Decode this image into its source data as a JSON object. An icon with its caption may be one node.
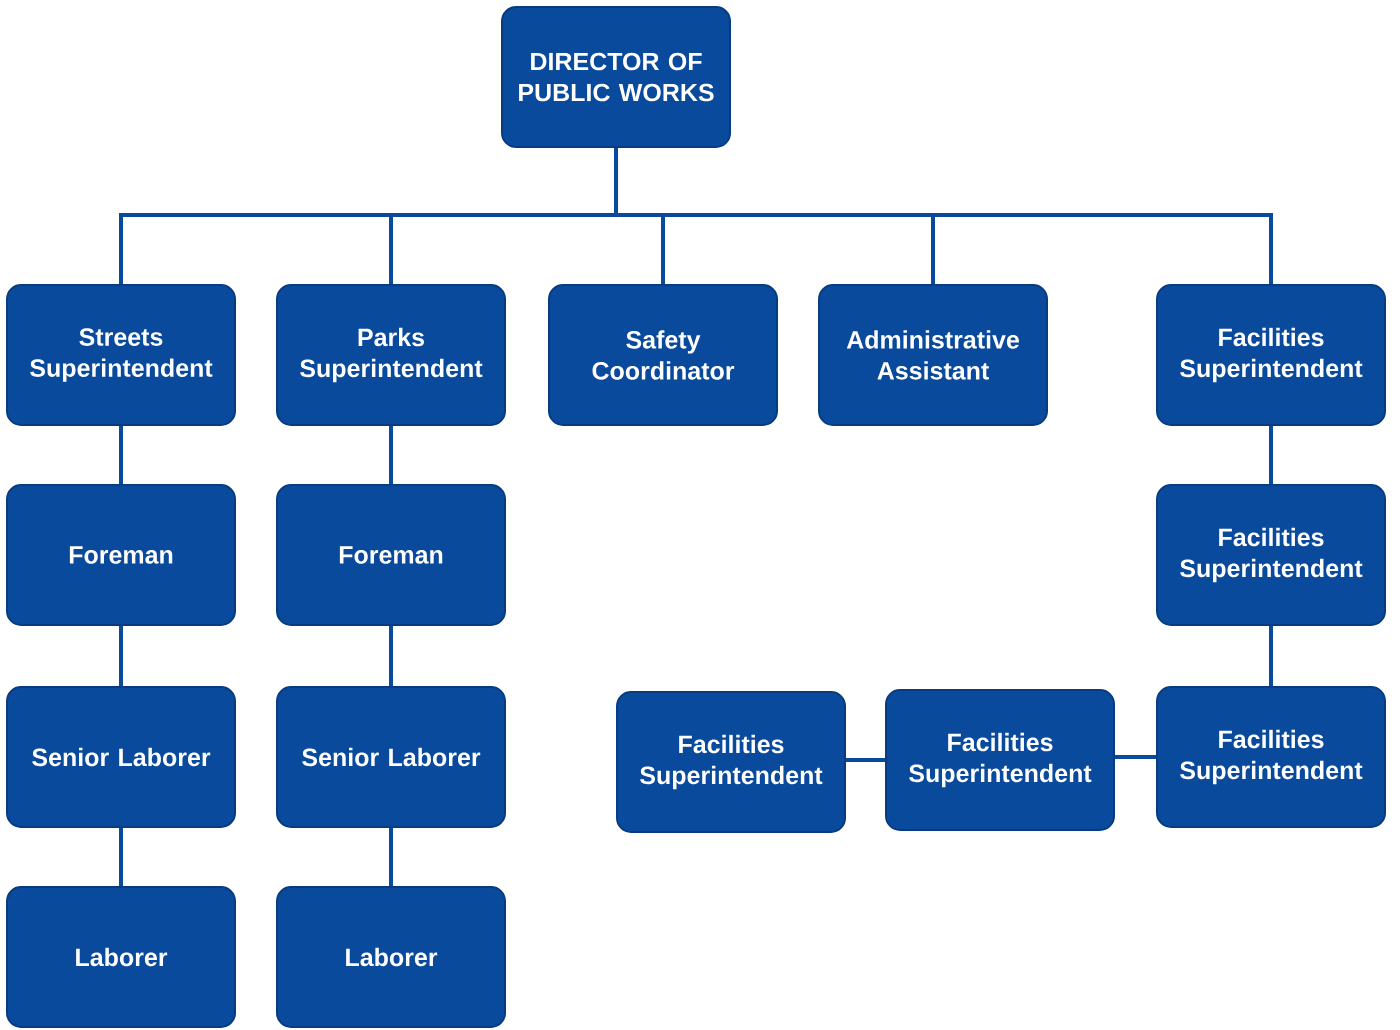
{
  "diagram": {
    "nodes": [
      {
        "text": [
          "DIRECTOR OF PUBLIC WORKS"
        ]
      },
      {
        "text": [
          "Streets Superintendent"
        ]
      },
      {
        "text": [
          "Parks Superintendent"
        ]
      },
      {
        "text": [
          "Safety Coordinator"
        ]
      },
      {
        "text": [
          "Administrative Assistant"
        ]
      },
      {
        "text": [
          "Facilities Superintendent"
        ]
      },
      {
        "text": [
          "Foreman"
        ]
      },
      {
        "text": [
          "Foreman"
        ]
      },
      {
        "text": [
          "Facilities Superintendent"
        ]
      },
      {
        "text": [
          "Senior Laborer"
        ]
      },
      {
        "text": [
          "Senior Laborer"
        ]
      },
      {
        "text": [
          "Facilities Superintendent"
        ]
      },
      {
        "text": [
          "Facilities Superintendent"
        ]
      },
      {
        "text": [
          "Facilities Superintendent"
        ]
      },
      {
        "text": [
          "Laborer"
        ]
      },
      {
        "text": [
          "Laborer"
        ]
      }
    ],
    "edges": [
      {
        "from": 0,
        "to": 1,
        "arrow": "none"
      },
      {
        "from": 0,
        "to": 2,
        "arrow": "none"
      },
      {
        "from": 0,
        "to": 3,
        "arrow": "none"
      },
      {
        "from": 0,
        "to": 4,
        "arrow": "none"
      },
      {
        "from": 0,
        "to": 5,
        "arrow": "none"
      },
      {
        "from": 1,
        "to": 6,
        "arrow": "none"
      },
      {
        "from": 6,
        "to": 9,
        "arrow": "none"
      },
      {
        "from": 9,
        "to": 14,
        "arrow": "none"
      },
      {
        "from": 2,
        "to": 7,
        "arrow": "none"
      },
      {
        "from": 7,
        "to": 10,
        "arrow": "none"
      },
      {
        "from": 10,
        "to": 15,
        "arrow": "none"
      },
      {
        "from": 5,
        "to": 8,
        "arrow": "none"
      },
      {
        "from": 8,
        "to": 13,
        "arrow": "none"
      },
      {
        "from": 13,
        "to": 12,
        "arrow": "none"
      },
      {
        "from": 12,
        "to": 11,
        "arrow": "none"
      }
    ]
  }
}
